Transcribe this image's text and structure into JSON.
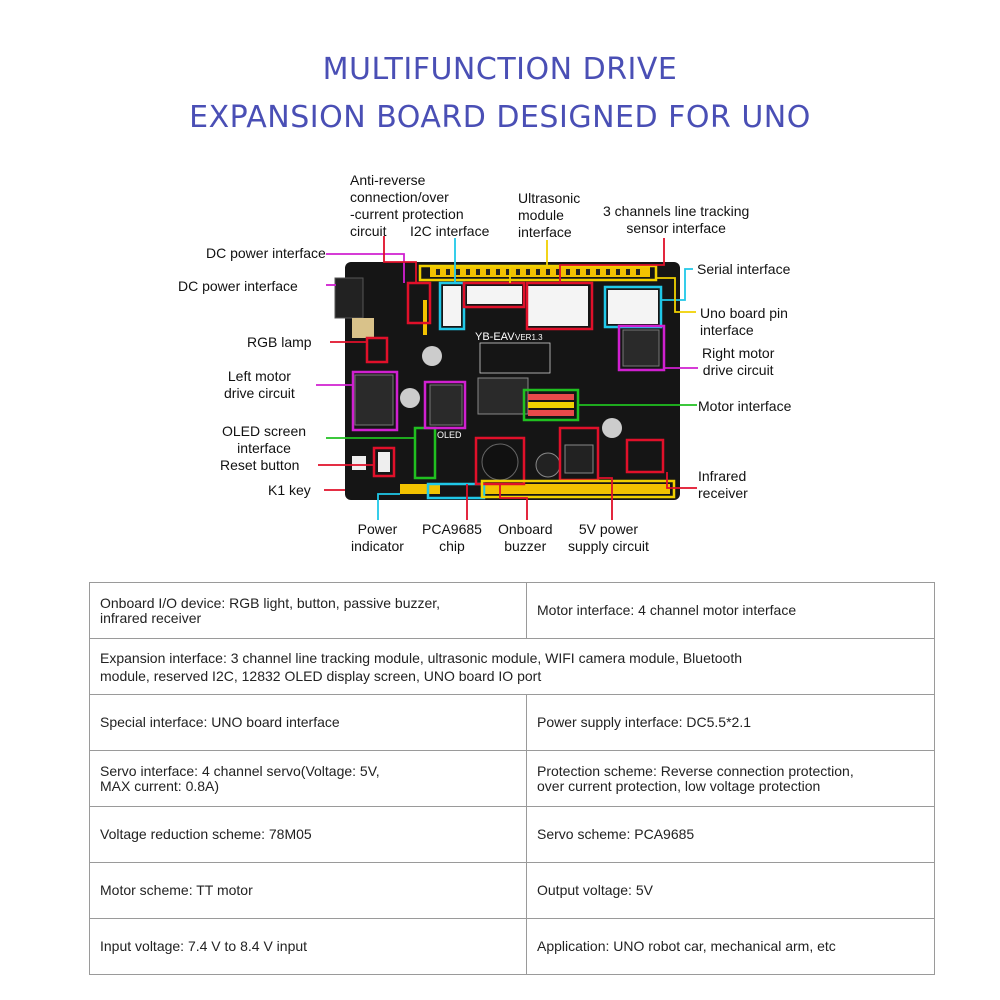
{
  "title": {
    "line1": "MULTIFUNCTION DRIVE",
    "line2": "EXPANSION BOARD DESIGNED FOR UNO"
  },
  "board": {
    "silkscreen": "YB-EAV",
    "version": "VER1.3",
    "oled_mark": "OLED"
  },
  "labels": {
    "anti_reverse": "Anti-reverse\nconnection/over\n-current protection\ncircuit",
    "i2c": "I2C interface",
    "ultrasonic": "Ultrasonic\nmodule\ninterface",
    "line_tracking": "3 channels line tracking\nsensor interface",
    "dc_power_1": "DC power interface",
    "dc_power_2": "DC power interface",
    "serial": "Serial interface",
    "uno_pin": "Uno board pin\ninterface",
    "rgb": "RGB lamp",
    "right_motor": "Right motor\ndrive circuit",
    "left_motor": "Left motor\ndrive circuit",
    "motor_interface": "Motor interface",
    "oled": "OLED screen\ninterface",
    "reset": "Reset button",
    "infrared": "Infrared\nreceiver",
    "k1": "K1 key",
    "power_indicator": "Power\nindicator",
    "pca9685": "PCA9685\nchip",
    "buzzer": "Onboard\nbuzzer",
    "power_5v": "5V power\nsupply circuit"
  },
  "specs": [
    [
      "Onboard I/O device: RGB light, button, passive buzzer,\ninfrared receiver",
      "Motor interface: 4 channel motor interface"
    ],
    [
      "Expansion interface: 3 channel line tracking module, ultrasonic module, WIFI camera module, Bluetooth\nmodule, reserved I2C, 12832 OLED display screen, UNO board IO port"
    ],
    [
      "Special interface: UNO board interface",
      "Power supply interface: DC5.5*2.1"
    ],
    [
      "Servo interface: 4 channel servo(Voltage: 5V,\nMAX current: 0.8A)",
      "Protection scheme: Reverse connection protection,\nover current protection, low voltage protection"
    ],
    [
      "Voltage reduction scheme: 78M05",
      "Servo scheme: PCA9685"
    ],
    [
      "Motor scheme: TT motor",
      "Output voltage: 5V"
    ],
    [
      "Input voltage: 7.4 V to 8.4 V input",
      "Application: UNO robot car, mechanical arm, etc"
    ]
  ],
  "colors": {
    "title": "#4a4fb5",
    "pcb": "#151515",
    "header_yellow": "#f2c200",
    "red": "#e0102a",
    "magenta": "#d020d0",
    "cyan": "#20c8e8",
    "green": "#20c020",
    "yellow": "#f0d000"
  }
}
